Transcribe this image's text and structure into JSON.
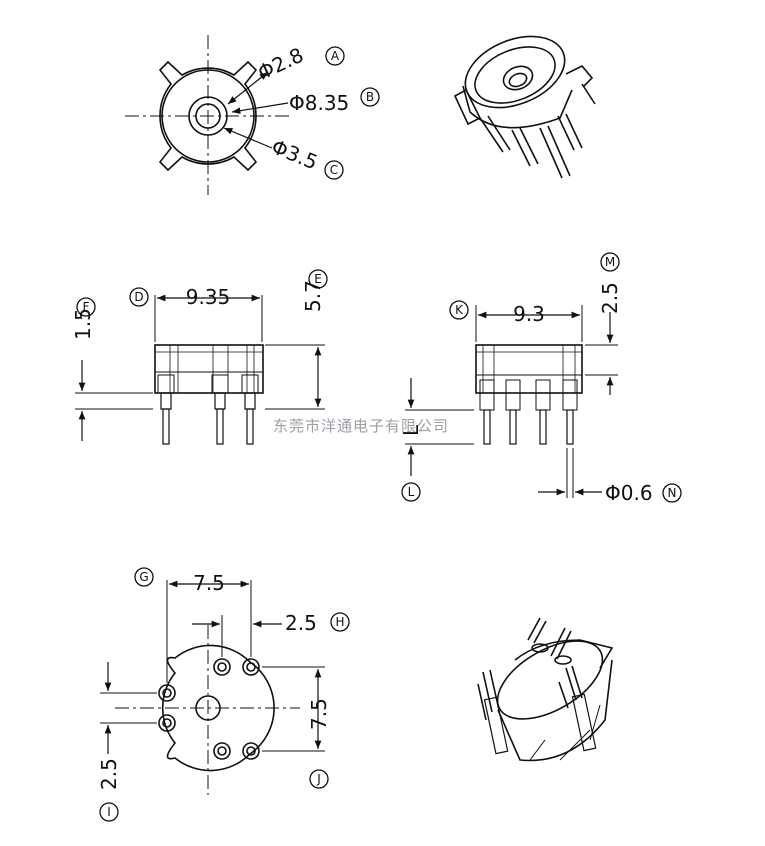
{
  "watermark": "东莞市洋通电子有限公司",
  "top_view": {
    "dim_a": "Φ2.8",
    "mark_a": "A",
    "dim_b": "Φ8.35",
    "mark_b": "B",
    "dim_c": "Φ3.5",
    "mark_c": "C"
  },
  "front_view": {
    "mark_d": "D",
    "width": "9.35",
    "mark_e": "E",
    "height": "5.7",
    "mark_f": "F",
    "base": "1.5"
  },
  "side_view": {
    "mark_k": "K",
    "width": "9.3",
    "mark_m": "M",
    "flange": "2.5",
    "mark_l": "L",
    "pin_len": "L",
    "mark_n": "N",
    "pin_dia": "Φ0.6"
  },
  "bottom_view": {
    "mark_g": "G",
    "pitch_x": "7.5",
    "mark_h": "H",
    "offset": "2.5",
    "pitch_y": "7.5",
    "mark_j": "J",
    "pitch_side": "2.5",
    "mark_i": "I"
  },
  "colors": {
    "line": "#111111",
    "watermark": "#9aa0a6"
  }
}
